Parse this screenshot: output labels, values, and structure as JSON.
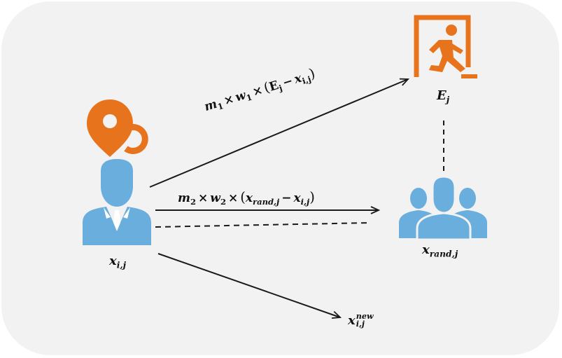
{
  "labels": {
    "user": {
      "base": "x",
      "sub": "i,j"
    },
    "exit": {
      "base": "E",
      "sub": "j"
    },
    "group": {
      "base": "x",
      "sub": "rand,j"
    },
    "new_position": {
      "base": "x",
      "sub": "i,j",
      "sup": "new"
    }
  },
  "equations": {
    "toward_exit": {
      "m": "m",
      "m_sub": "1",
      "times": "×",
      "w": "w",
      "w_sub": "1",
      "open": "(",
      "E": "E",
      "E_sub": "j",
      "minus": "−",
      "x": "x",
      "x_sub": "i,j",
      "close": ")"
    },
    "toward_random": {
      "m": "m",
      "m_sub": "2",
      "times": "×",
      "w": "w",
      "w_sub": "2",
      "open": "(",
      "xr": "x",
      "xr_sub": "rand,j",
      "minus": "−",
      "x": "x",
      "x_sub": "i,j",
      "close": ")"
    }
  },
  "colors": {
    "panel": "#f2f2f2",
    "person_blue": "#6aaedd",
    "accent_orange": "#e8731d",
    "arrow": "#1a1a1a"
  },
  "icons": [
    "location-pin-icon",
    "person-icon",
    "exit-door-icon",
    "group-icon"
  ]
}
